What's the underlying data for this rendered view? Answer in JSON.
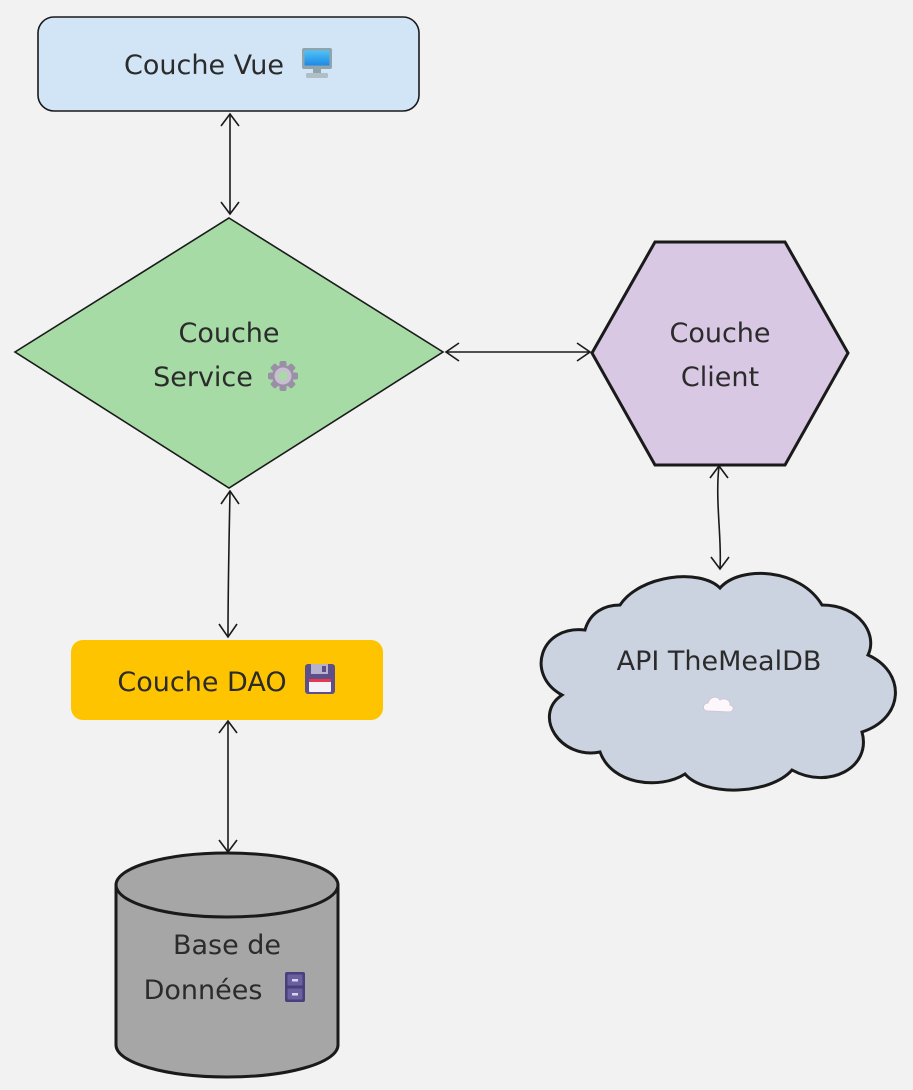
{
  "nodes": {
    "vue": {
      "label": "Couche Vue",
      "icon": "desktop-computer-icon",
      "fill": "#d2e5f6"
    },
    "service": {
      "label_line1": "Couche",
      "label_line2": "Service",
      "icon": "gear-icon",
      "fill": "#a6dba6"
    },
    "client": {
      "label_line1": "Couche",
      "label_line2": "Client",
      "fill": "#d8c8e4"
    },
    "dao": {
      "label": "Couche DAO",
      "icon": "floppy-disk-icon",
      "fill": "#ffc400"
    },
    "api": {
      "label": "API TheMealDB",
      "icon": "cloud-icon",
      "fill": "#ccd3e0"
    },
    "database": {
      "label_line1": "Base de",
      "label_line2": "Données",
      "icon": "file-cabinet-icon",
      "fill": "#a6a6a6"
    }
  },
  "edges": [
    {
      "from": "vue",
      "to": "service",
      "style": "bidirectional-arrow"
    },
    {
      "from": "service",
      "to": "client",
      "style": "bidirectional-arrow"
    },
    {
      "from": "service",
      "to": "dao",
      "style": "bidirectional-arrow"
    },
    {
      "from": "client",
      "to": "api",
      "style": "bidirectional-arrow"
    },
    {
      "from": "dao",
      "to": "database",
      "style": "bidirectional-arrow"
    }
  ],
  "colors": {
    "background": "#f2f2f2",
    "stroke": "#1a1a1a",
    "text": "#2b2b2b"
  }
}
